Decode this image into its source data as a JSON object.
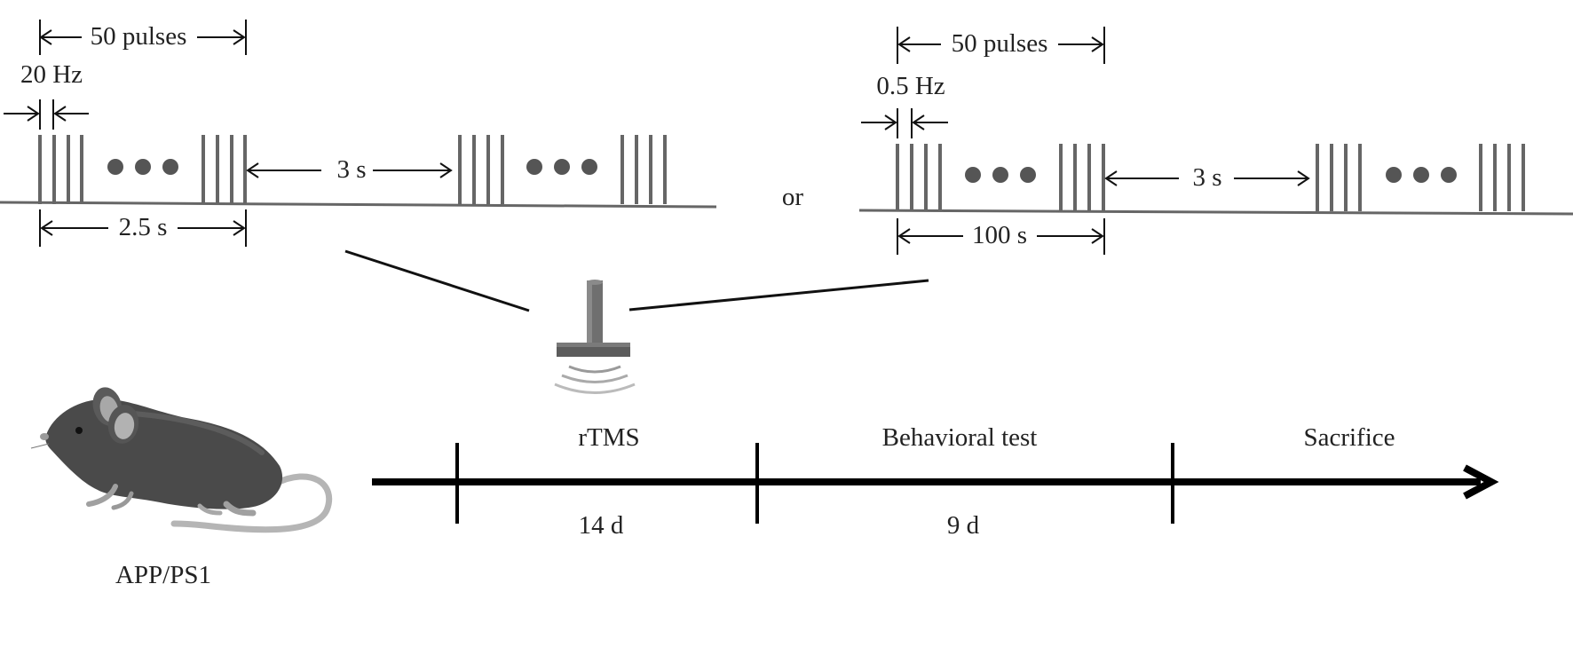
{
  "left_protocol": {
    "train_length_label": "50 pulses",
    "frequency_label": "20 Hz",
    "interval_label": "3 s",
    "train_duration_label": "2.5 s"
  },
  "connector_label": "or",
  "right_protocol": {
    "train_length_label": "50 pulses",
    "frequency_label": "0.5 Hz",
    "interval_label": "3 s",
    "train_duration_label": "100 s"
  },
  "subject_label": "APP/PS1",
  "timeline": {
    "phases": [
      {
        "name": "rTMS",
        "duration": "14 d"
      },
      {
        "name": "Behavioral test",
        "duration": "9 d"
      },
      {
        "name": "Sacrifice",
        "duration": ""
      }
    ]
  },
  "colors": {
    "pulse": "#666666",
    "arrow": "#111111",
    "mouse_body": "#4a4a4a",
    "tail": "#b5b5b5"
  },
  "icons": [
    "tms-coil-icon",
    "mouse-icon"
  ]
}
